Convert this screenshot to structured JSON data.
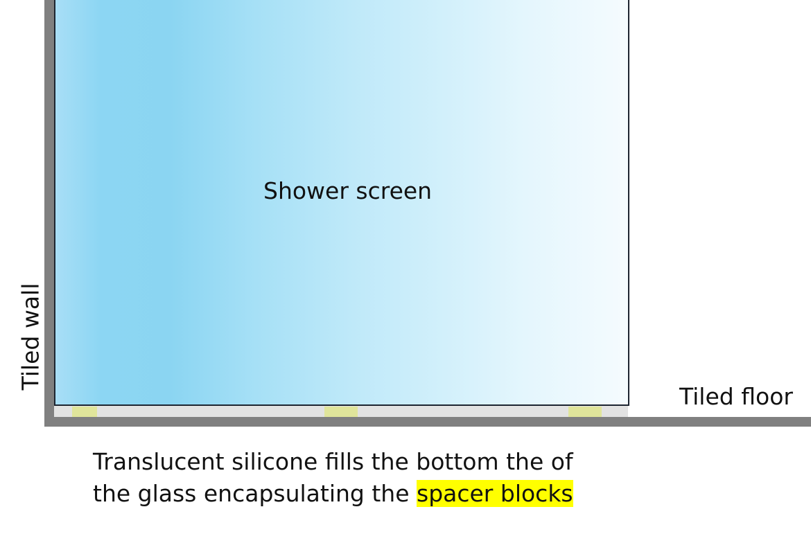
{
  "labels": {
    "glass": "Shower screen",
    "wall": "Tiled wall",
    "floor": "Tiled floor"
  },
  "caption": {
    "line1": "Translucent silicone fills the bottom the of",
    "line2_prefix": "the glass encapsulating the ",
    "line2_highlight": "spacer blocks"
  },
  "colors": {
    "wall_floor": "#808080",
    "glass_left": "#8cd6f3",
    "glass_right": "#f5fbfe",
    "glass_border": "#1c2430",
    "silicone": "#e2e2e2",
    "spacer_blocks": "#e0e694",
    "highlight": "#ffff00"
  }
}
